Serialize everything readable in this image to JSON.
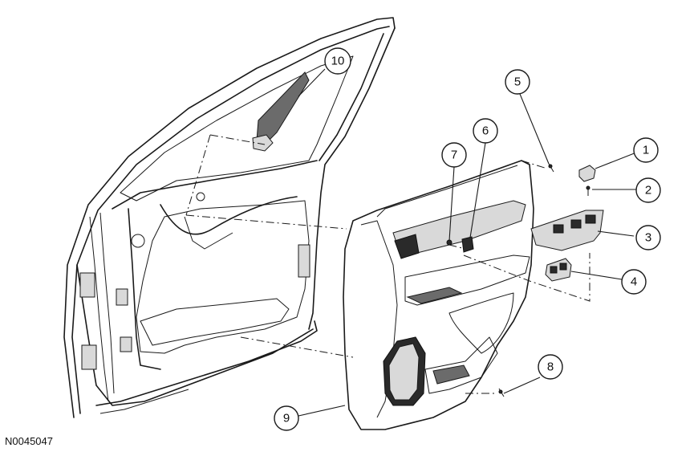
{
  "diagram": {
    "reference_code": "N0045047",
    "callouts": [
      {
        "id": "c1",
        "label": "1"
      },
      {
        "id": "c2",
        "label": "2"
      },
      {
        "id": "c3",
        "label": "3"
      },
      {
        "id": "c4",
        "label": "4"
      },
      {
        "id": "c5",
        "label": "5"
      },
      {
        "id": "c6",
        "label": "6"
      },
      {
        "id": "c7",
        "label": "7"
      },
      {
        "id": "c8",
        "label": "8"
      },
      {
        "id": "c9",
        "label": "9"
      },
      {
        "id": "c10",
        "label": "10"
      }
    ]
  }
}
